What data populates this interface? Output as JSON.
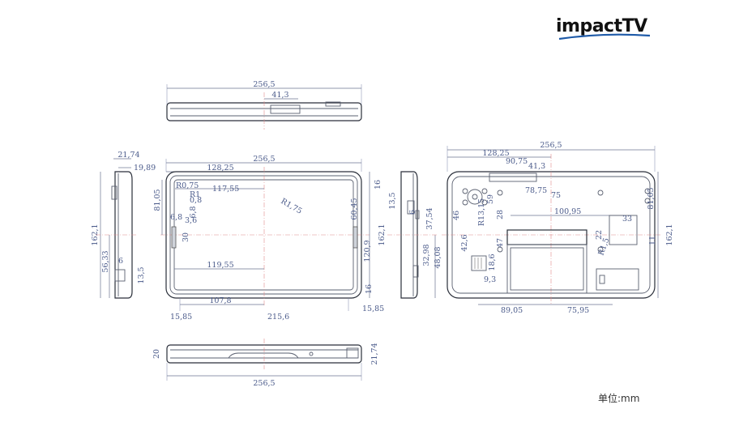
{
  "logo": {
    "name": "impact-tv-logo",
    "text": "impactTV"
  },
  "unit_label": "单位:mm",
  "top_view": {
    "width": "256,5",
    "offset": "41,3"
  },
  "front_view": {
    "width": "256,5",
    "inner_width": "128,25",
    "r1": "R0,75",
    "r2": "R1",
    "dim_117": "117,55",
    "dim_0_8": "0,8",
    "dim_6_8a": "6,8",
    "dim_6_8b": "6,8",
    "dim_3_6": "3,6",
    "dim_81": "81,05",
    "dim_30": "30",
    "dim_119": "119,55",
    "dim_107": "107,8",
    "dim_15_85a": "15,85",
    "dim_215": "215,6",
    "dim_15_85b": "15,85",
    "dim_16a": "16",
    "dim_60": "60,45",
    "dim_120": "120,9",
    "dim_16b": "16",
    "dim_162": "162,1",
    "r175": "R1,75"
  },
  "left_view": {
    "dim_21": "21,74",
    "dim_19": "19,89",
    "dim_162": "162,1",
    "dim_56": "56,33",
    "dim_6": "6",
    "dim_13": "13,5"
  },
  "right_view": {
    "dim_13": "13,5",
    "dim_6": "6",
    "dim_37": "37,54",
    "dim_32": "32,98",
    "dim_48": "48,08"
  },
  "back_view": {
    "width": "256,5",
    "dim_128": "128,25",
    "dim_90": "90,75",
    "dim_41": "41,3",
    "dim_78": "78,75",
    "dim_75": "75",
    "dim_46": "46",
    "dim_r13": "R13,15",
    "dim_59": "59",
    "dim_28": "28",
    "dim_100": "100,95",
    "dim_33": "33",
    "dim_22": "22",
    "dim_r15": "R1,5",
    "dim_81": "81,05",
    "dim_11": "11",
    "dim_162": "162,1",
    "dim_42": "42,6",
    "dim_47": "47",
    "dim_18": "18,6",
    "dim_9": "9,3",
    "dim_89": "89,05",
    "dim_75_95": "75,95"
  },
  "bottom_view": {
    "width": "256,5",
    "dim_20": "20",
    "dim_21": "21,74"
  }
}
